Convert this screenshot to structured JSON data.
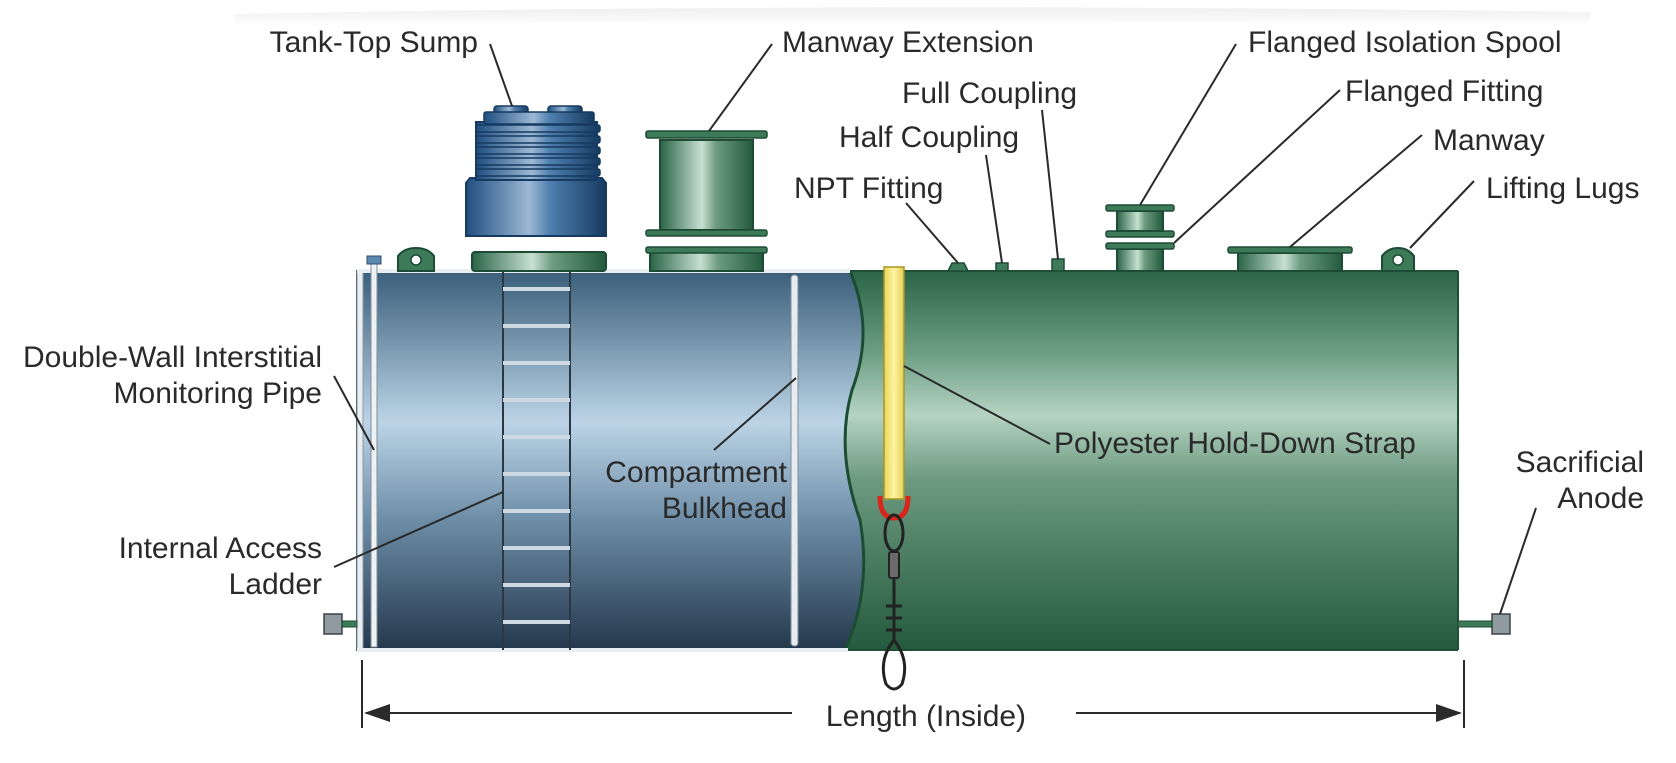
{
  "labels": {
    "tank_top_sump": "Tank-Top Sump",
    "manway_extension": "Manway Extension",
    "full_coupling": "Full Coupling",
    "half_coupling": "Half Coupling",
    "npt_fitting": "NPT Fitting",
    "flanged_isolation_spool": "Flanged Isolation Spool",
    "flanged_fitting": "Flanged Fitting",
    "manway": "Manway",
    "lifting_lugs": "Lifting Lugs",
    "double_wall_line1": "Double-Wall Interstitial",
    "double_wall_line2": "Monitoring Pipe",
    "compartment_line1": "Compartment",
    "compartment_line2": "Bulkhead",
    "internal_ladder_line1": "Internal Access",
    "internal_ladder_line2": "Ladder",
    "hold_down_strap": "Polyester Hold-Down Strap",
    "sacrificial_line1": "Sacrificial",
    "sacrificial_line2": "Anode",
    "length_inside": "Length (Inside)"
  },
  "colors": {
    "tank_green": "#2f6b4c",
    "tank_interior": "#6f96b3",
    "sump_blue": "#2f6395",
    "strap_yellow": "#f7e676",
    "clip_red": "#d9261c"
  }
}
